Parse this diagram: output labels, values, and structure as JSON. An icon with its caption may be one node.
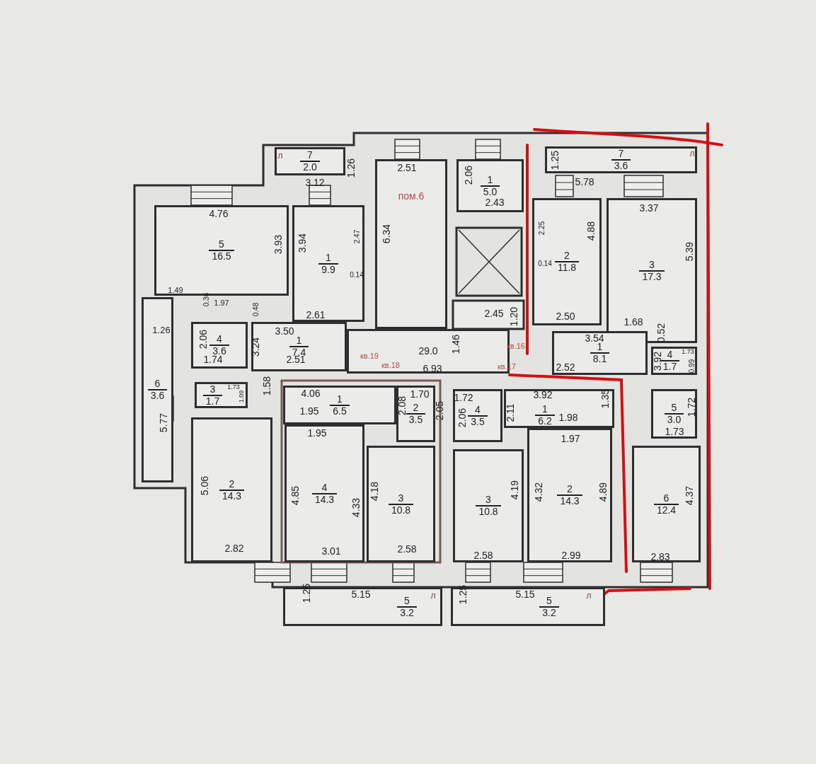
{
  "diagram": {
    "nodes": [
      {
        "text": [
          "7",
          "2.0"
        ]
      },
      {
        "text": [
          "5",
          "16.5"
        ]
      },
      {
        "text": [
          "1",
          "9.9"
        ]
      },
      {
        "text": [
          "4",
          "3.6"
        ]
      },
      {
        "text": [
          "1",
          "7.4"
        ]
      },
      {
        "text": [
          "3",
          "1.7"
        ]
      },
      {
        "text": [
          "6",
          "3.6"
        ]
      },
      {
        "text": [
          "2",
          "14.3"
        ]
      },
      {
        "text": [
          "пом.6"
        ]
      },
      {
        "text": [
          "29.0"
        ]
      },
      {
        "text": [
          "1",
          "5.0"
        ]
      },
      {
        "text": [
          "1",
          "6.5"
        ]
      },
      {
        "text": [
          "2",
          "3.5"
        ]
      },
      {
        "text": [
          "4",
          "14.3"
        ]
      },
      {
        "text": [
          "3",
          "10.8"
        ]
      },
      {
        "text": [
          "5",
          "3.2"
        ]
      },
      {
        "text": [
          "4",
          "3.5"
        ]
      },
      {
        "text": [
          "1",
          "6.2"
        ]
      },
      {
        "text": [
          "3",
          "10.8"
        ]
      },
      {
        "text": [
          "2",
          "14.3"
        ]
      },
      {
        "text": [
          "5",
          "3.2"
        ]
      },
      {
        "text": [
          "7",
          "3.6"
        ]
      },
      {
        "text": [
          "2",
          "11.8"
        ]
      },
      {
        "text": [
          "3",
          "17.3"
        ]
      },
      {
        "text": [
          "1",
          "8.1"
        ]
      },
      {
        "text": [
          "4",
          "1.7"
        ]
      },
      {
        "text": [
          "5",
          "3.0"
        ]
      },
      {
        "text": [
          "6",
          "12.4"
        ]
      }
    ],
    "labels": [
      "л",
      "1.26",
      "3.12",
      "4.76",
      "3.93",
      "3.94",
      "2.47",
      "0.14",
      "2.61",
      "1.49",
      "0.36",
      "1.97",
      "0.48",
      "1.26",
      "2.06",
      "1.74",
      "3.50",
      "3.24",
      "2.51",
      "5.77",
      "1.73",
      "1.09",
      "1.58",
      "5.06",
      "2.82",
      "2.51",
      "2.06",
      "2.43",
      "6.34",
      "2.45",
      "1.20",
      "1.46",
      "кв.19",
      "кв.18",
      "6.93",
      "кв.16",
      "кв.17",
      "4.06",
      "1.95",
      "1.70",
      "2.08",
      "2.05",
      "1.95",
      "4.85",
      "4.33",
      "4.18",
      "3.01",
      "2.58",
      "1.25",
      "5.15",
      "л",
      "1.25",
      "5.15",
      "л",
      "1.72",
      "2.06",
      "2.11",
      "3.92",
      "1.98",
      "1.35",
      "1.97",
      "4.19",
      "4.32",
      "4.89",
      "2.58",
      "2.99",
      "2.83",
      "4.37",
      "1.25",
      "5.78",
      "л",
      "3.37",
      "2.25",
      "4.88",
      "0.14",
      "5.39",
      "2.50",
      "1.68",
      "0.52",
      "3.54",
      "2.52",
      "1.73",
      "0.99",
      "3.92",
      "1.72",
      "1.73"
    ]
  }
}
